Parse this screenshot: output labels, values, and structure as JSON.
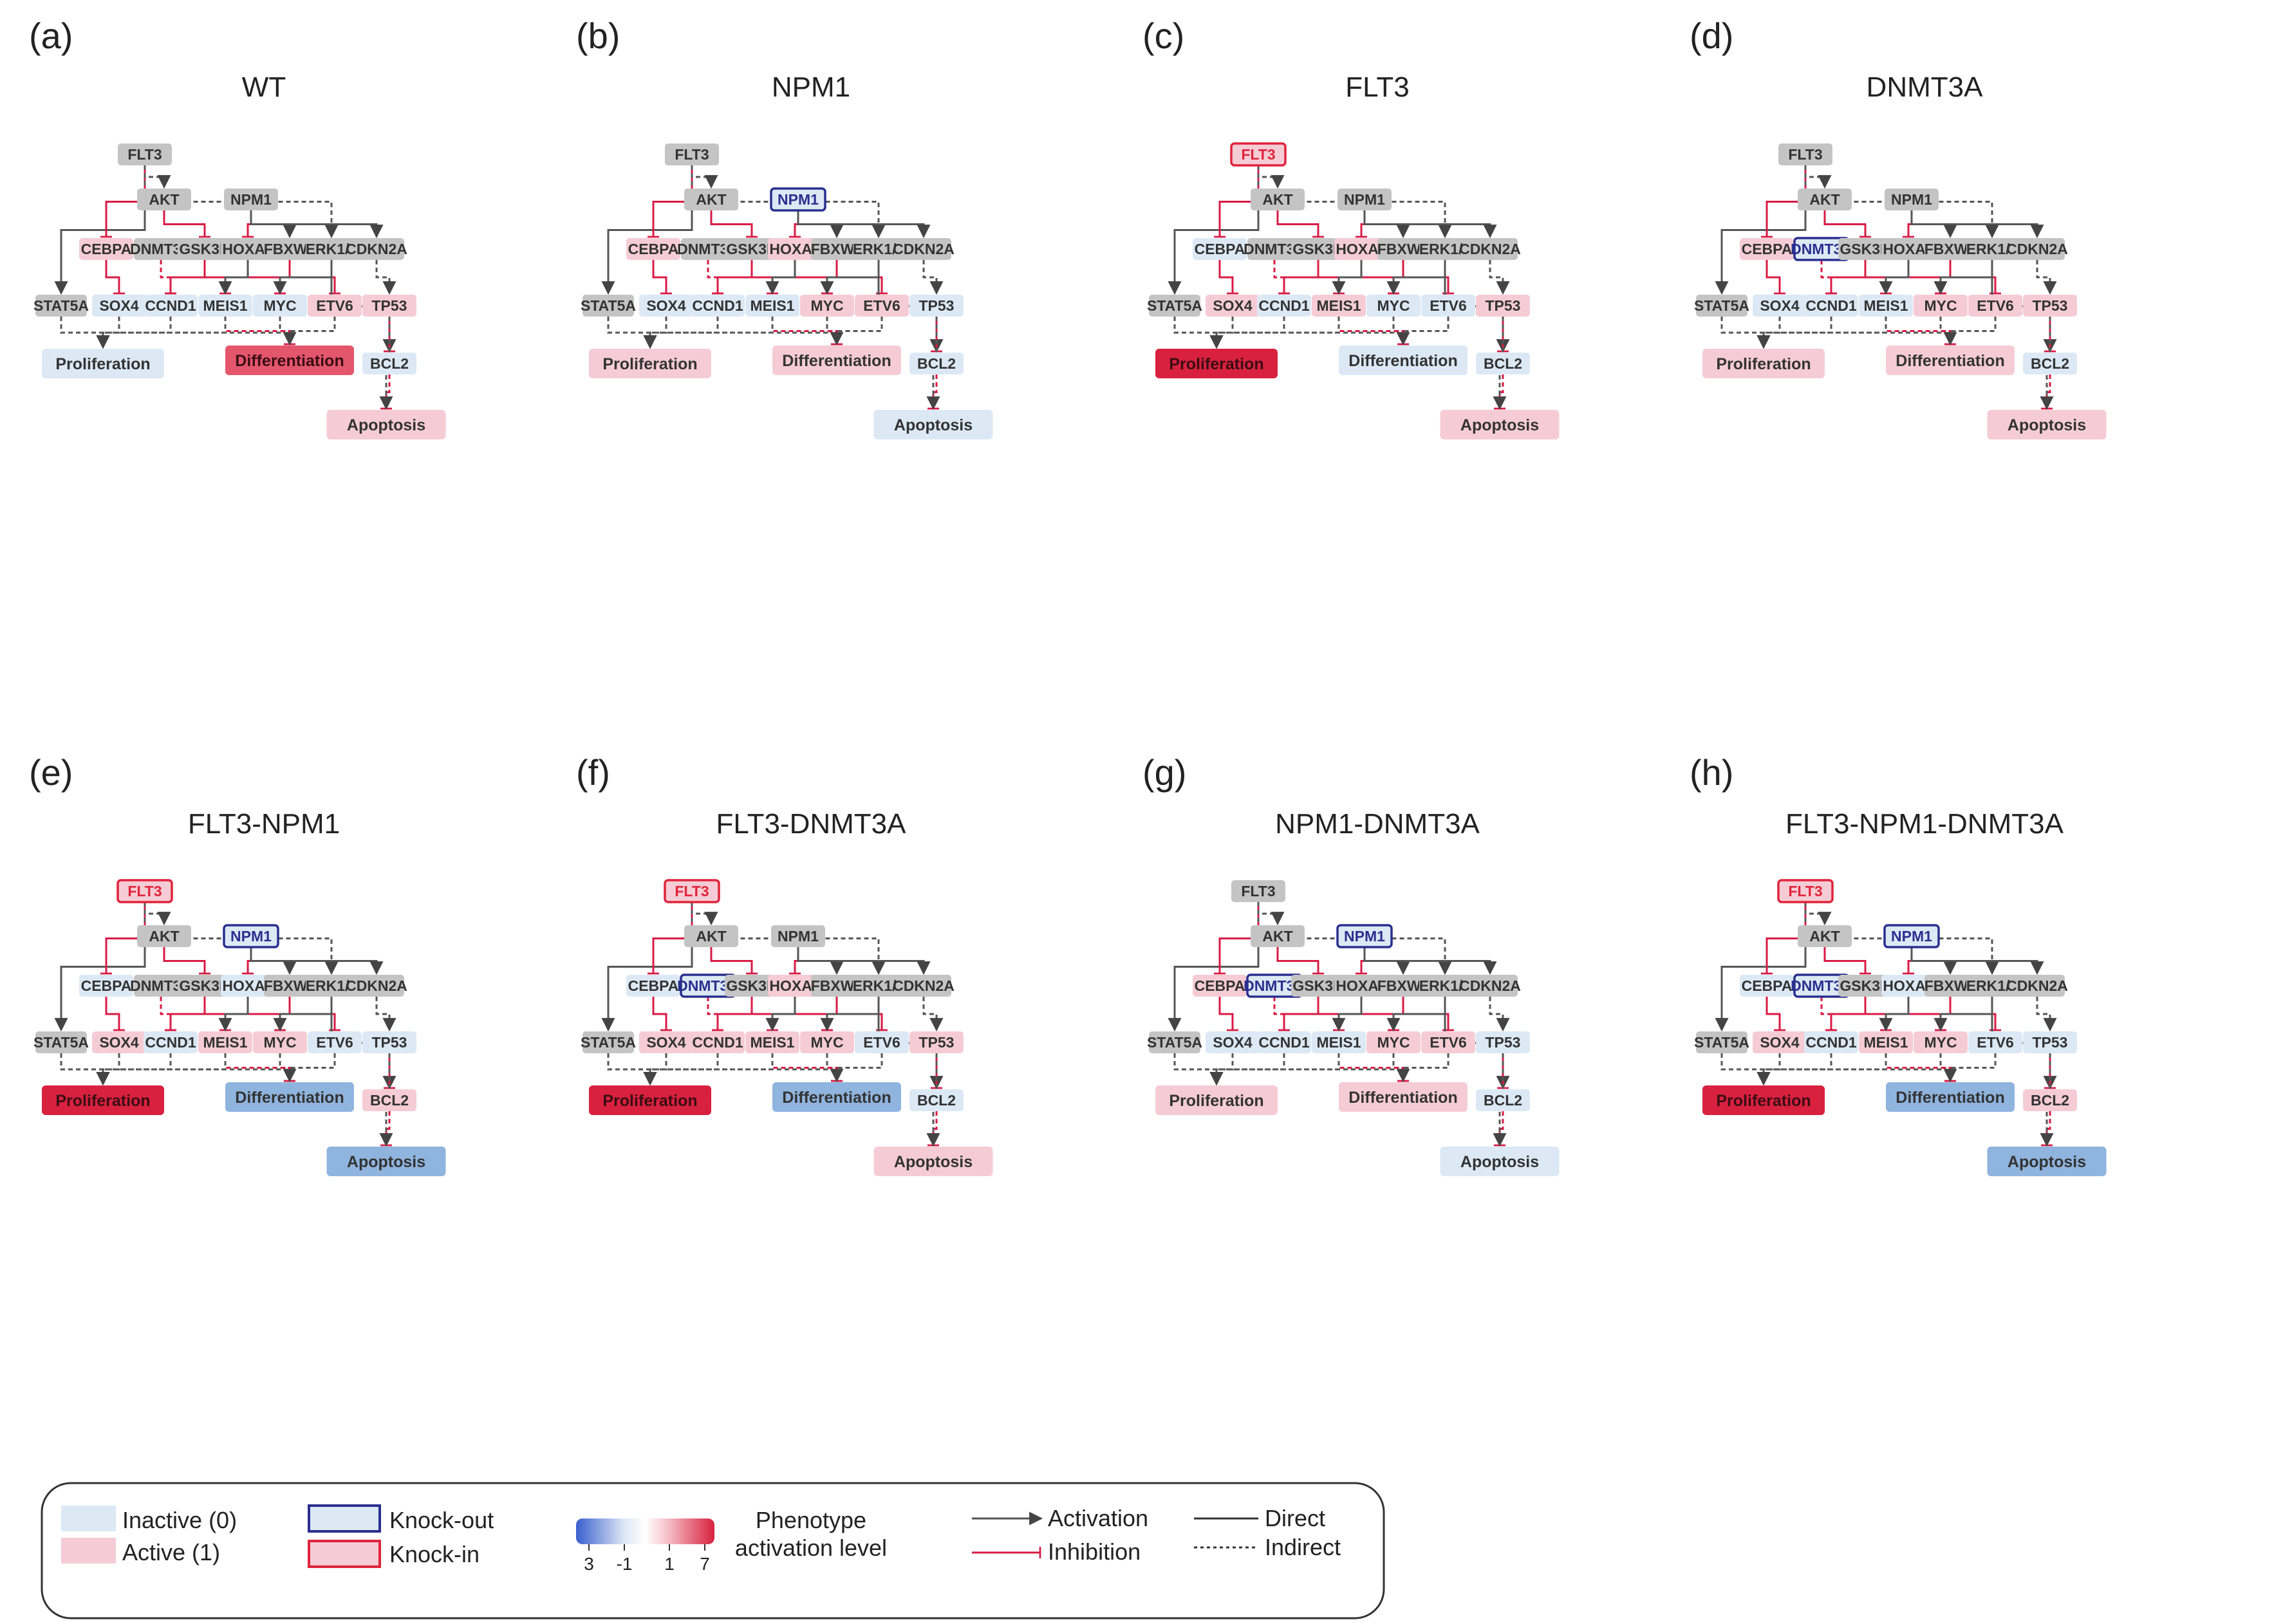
{
  "colors": {
    "inactive": "#dce9f5",
    "active": "#f5ccd5",
    "neutral": "#c4c4c4",
    "knockout_border": "#2a2f8f",
    "knockin_border": "#e0243c",
    "inhibition": "#d81b45",
    "activation": "#555555",
    "pheno_strong_red": "#d8213e",
    "pheno_mid_red": "#e4566c",
    "pheno_strong_blue": "#8fb4de"
  },
  "panels": [
    {
      "letter": "(a)",
      "title": "WT",
      "genes": {
        "FLT3": "neutral",
        "AKT": "neutral",
        "NPM1": "neutral",
        "CEBPA": "active",
        "DNMT3A": "neutral",
        "GSK3B": "neutral",
        "HOXA9": "neutral",
        "FBXW7": "neutral",
        "ERK": "neutral",
        "CDKN2A": "neutral",
        "STAT5A": "neutral",
        "SOX4": "inactive",
        "CCND1": "inactive",
        "MEIS1": "inactive",
        "MYC": "inactive",
        "ETV6": "active",
        "TP53": "active",
        "BCL2": "inactive"
      },
      "mutations": {},
      "phenotypes": {
        "proliferation": "inactive",
        "differentiation": "mid_red",
        "apoptosis": "active"
      }
    },
    {
      "letter": "(b)",
      "title": "NPM1",
      "genes": {
        "FLT3": "neutral",
        "AKT": "neutral",
        "NPM1": "inactive",
        "CEBPA": "active",
        "DNMT3A": "neutral",
        "GSK3B": "neutral",
        "HOXA9": "active",
        "FBXW7": "neutral",
        "ERK": "neutral",
        "CDKN2A": "neutral",
        "STAT5A": "neutral",
        "SOX4": "inactive",
        "CCND1": "inactive",
        "MEIS1": "inactive",
        "MYC": "active",
        "ETV6": "active",
        "TP53": "inactive",
        "BCL2": "inactive"
      },
      "mutations": {
        "NPM1": "knockout"
      },
      "phenotypes": {
        "proliferation": "active",
        "differentiation": "active",
        "apoptosis": "inactive"
      }
    },
    {
      "letter": "(c)",
      "title": "FLT3",
      "genes": {
        "FLT3": "active",
        "AKT": "neutral",
        "NPM1": "neutral",
        "CEBPA": "inactive",
        "DNMT3A": "neutral",
        "GSK3B": "neutral",
        "HOXA9": "active",
        "FBXW7": "neutral",
        "ERK": "neutral",
        "CDKN2A": "neutral",
        "STAT5A": "neutral",
        "SOX4": "active",
        "CCND1": "inactive",
        "MEIS1": "active",
        "MYC": "inactive",
        "ETV6": "inactive",
        "TP53": "active",
        "BCL2": "inactive"
      },
      "mutations": {
        "FLT3": "knockin"
      },
      "phenotypes": {
        "proliferation": "strong_red",
        "differentiation": "inactive",
        "apoptosis": "active"
      }
    },
    {
      "letter": "(d)",
      "title": "DNMT3A",
      "genes": {
        "FLT3": "neutral",
        "AKT": "neutral",
        "NPM1": "neutral",
        "CEBPA": "active",
        "DNMT3A": "inactive",
        "GSK3B": "neutral",
        "HOXA9": "neutral",
        "FBXW7": "neutral",
        "ERK": "neutral",
        "CDKN2A": "neutral",
        "STAT5A": "neutral",
        "SOX4": "inactive",
        "CCND1": "inactive",
        "MEIS1": "inactive",
        "MYC": "active",
        "ETV6": "active",
        "TP53": "active",
        "BCL2": "inactive"
      },
      "mutations": {
        "DNMT3A": "knockout"
      },
      "phenotypes": {
        "proliferation": "active",
        "differentiation": "active",
        "apoptosis": "active"
      }
    },
    {
      "letter": "(e)",
      "title": "FLT3-NPM1",
      "genes": {
        "FLT3": "active",
        "AKT": "neutral",
        "NPM1": "inactive",
        "CEBPA": "inactive",
        "DNMT3A": "neutral",
        "GSK3B": "neutral",
        "HOXA9": "inactive",
        "FBXW7": "neutral",
        "ERK": "neutral",
        "CDKN2A": "neutral",
        "STAT5A": "neutral",
        "SOX4": "active",
        "CCND1": "inactive",
        "MEIS1": "active",
        "MYC": "active",
        "ETV6": "inactive",
        "TP53": "inactive",
        "BCL2": "active"
      },
      "mutations": {
        "FLT3": "knockin",
        "NPM1": "knockout"
      },
      "phenotypes": {
        "proliferation": "strong_red",
        "differentiation": "strong_blue",
        "apoptosis": "strong_blue"
      }
    },
    {
      "letter": "(f)",
      "title": "FLT3-DNMT3A",
      "genes": {
        "FLT3": "active",
        "AKT": "neutral",
        "NPM1": "neutral",
        "CEBPA": "inactive",
        "DNMT3A": "inactive",
        "GSK3B": "neutral",
        "HOXA9": "active",
        "FBXW7": "neutral",
        "ERK": "neutral",
        "CDKN2A": "neutral",
        "STAT5A": "neutral",
        "SOX4": "active",
        "CCND1": "active",
        "MEIS1": "active",
        "MYC": "active",
        "ETV6": "inactive",
        "TP53": "active",
        "BCL2": "inactive"
      },
      "mutations": {
        "FLT3": "knockin",
        "DNMT3A": "knockout"
      },
      "phenotypes": {
        "proliferation": "strong_red",
        "differentiation": "strong_blue",
        "apoptosis": "active"
      }
    },
    {
      "letter": "(g)",
      "title": "NPM1-DNMT3A",
      "genes": {
        "FLT3": "neutral",
        "AKT": "neutral",
        "NPM1": "inactive",
        "CEBPA": "active",
        "DNMT3A": "inactive",
        "GSK3B": "neutral",
        "HOXA9": "neutral",
        "FBXW7": "neutral",
        "ERK": "neutral",
        "CDKN2A": "neutral",
        "STAT5A": "neutral",
        "SOX4": "inactive",
        "CCND1": "inactive",
        "MEIS1": "inactive",
        "MYC": "active",
        "ETV6": "active",
        "TP53": "inactive",
        "BCL2": "inactive"
      },
      "mutations": {
        "NPM1": "knockout",
        "DNMT3A": "knockout"
      },
      "phenotypes": {
        "proliferation": "active",
        "differentiation": "active",
        "apoptosis": "inactive"
      }
    },
    {
      "letter": "(h)",
      "title": "FLT3-NPM1-DNMT3A",
      "genes": {
        "FLT3": "active",
        "AKT": "neutral",
        "NPM1": "inactive",
        "CEBPA": "inactive",
        "DNMT3A": "inactive",
        "GSK3B": "neutral",
        "HOXA9": "inactive",
        "FBXW7": "neutral",
        "ERK": "neutral",
        "CDKN2A": "neutral",
        "STAT5A": "neutral",
        "SOX4": "active",
        "CCND1": "inactive",
        "MEIS1": "active",
        "MYC": "active",
        "ETV6": "inactive",
        "TP53": "inactive",
        "BCL2": "active"
      },
      "mutations": {
        "FLT3": "knockin",
        "NPM1": "knockout",
        "DNMT3A": "knockout"
      },
      "phenotypes": {
        "proliferation": "strong_red",
        "differentiation": "strong_blue",
        "apoptosis": "strong_blue"
      }
    }
  ],
  "gene_labels": {
    "FLT3": "FLT3",
    "AKT": "AKT",
    "NPM1": "NPM1",
    "CEBPA": "CEBPA",
    "DNMT3A": "DNMT3A",
    "GSK3B": "GSK3B",
    "HOXA9": "HOXA9",
    "FBXW7": "FBXW7",
    "ERK": "ERK1/2",
    "CDKN2A": "CDKN2A",
    "STAT5A": "STAT5A",
    "SOX4": "SOX4",
    "CCND1": "CCND1",
    "MEIS1": "MEIS1",
    "MYC": "MYC",
    "ETV6": "ETV6",
    "TP53": "TP53",
    "BCL2": "BCL2"
  },
  "phenotype_labels": {
    "proliferation": "Proliferation",
    "differentiation": "Differentiation",
    "apoptosis": "Apoptosis"
  },
  "legend": {
    "inactive": "Inactive (0)",
    "active": "Active (1)",
    "knockout": "Knock-out",
    "knockin": "Knock-in",
    "phenotype_label": "Phenotype",
    "phenotype_label2": "activation level",
    "scale_ticks": [
      "3",
      "-1",
      "1",
      "7"
    ],
    "activation": "Activation",
    "inhibition": "Inhibition",
    "direct": "Direct",
    "indirect": "Indirect"
  }
}
